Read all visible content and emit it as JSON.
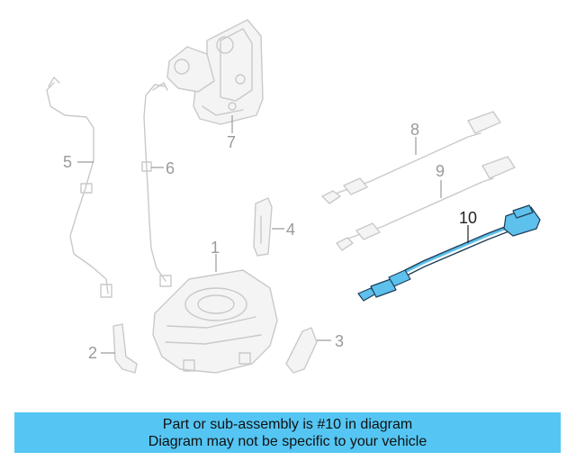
{
  "diagram": {
    "callouts": {
      "c1": "1",
      "c2": "2",
      "c3": "3",
      "c4": "4",
      "c5": "5",
      "c6": "6",
      "c7": "7",
      "c8": "8",
      "c9": "9",
      "c10": "10"
    },
    "highlighted_part": "10",
    "highlight_color": "#5ec0ec"
  },
  "banner": {
    "line1": "Part or sub-assembly is #10 in diagram",
    "line2": "Diagram may not be specific to your vehicle",
    "background": "#55c6f3"
  }
}
